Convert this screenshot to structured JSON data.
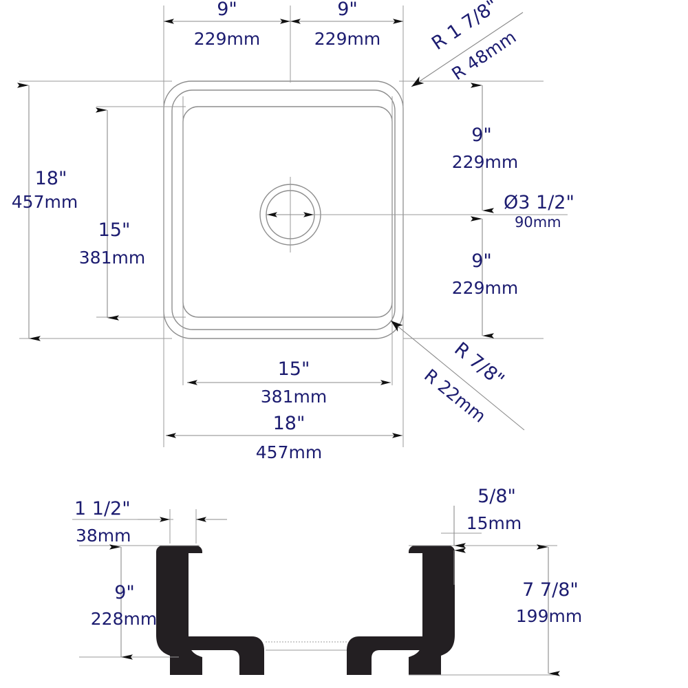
{
  "drawing": {
    "title": "Square Sink Dimensional Drawing",
    "views": [
      "top-view",
      "section-view"
    ],
    "colors": {
      "dimension_text": "#1c1c70",
      "thin_line": "#8a8a8a",
      "outline": "#8d8d8d",
      "section_fill": "#231f22",
      "background": "#ffffff"
    }
  },
  "top_view": {
    "dimensions": {
      "top_left_half": {
        "imperial": "9\"",
        "metric": "229mm"
      },
      "top_right_half": {
        "imperial": "9\"",
        "metric": "229mm"
      },
      "left_outer_height": {
        "imperial": "18\"",
        "metric": "457mm"
      },
      "left_inner_height": {
        "imperial": "15\"",
        "metric": "381mm"
      },
      "right_upper_half": {
        "imperial": "9\"",
        "metric": "229mm"
      },
      "right_lower_half": {
        "imperial": "9\"",
        "metric": "229mm"
      },
      "drain_diameter": {
        "imperial": "Ø3 1/2\"",
        "metric": "90mm"
      },
      "bottom_inner_width": {
        "imperial": "15\"",
        "metric": "381mm"
      },
      "bottom_outer_width": {
        "imperial": "18\"",
        "metric": "457mm"
      },
      "corner_radius_outer": {
        "imperial": "R 1 7/8\"",
        "metric": "R 48mm"
      },
      "corner_radius_inner": {
        "imperial": "R 7/8\"",
        "metric": "R 22mm"
      }
    }
  },
  "section_view": {
    "dimensions": {
      "rim_width": {
        "imperial": "1 1/2\"",
        "metric": "38mm"
      },
      "inner_depth": {
        "imperial": "9\"",
        "metric": "228mm"
      },
      "rim_thickness": {
        "imperial": "5/8\"",
        "metric": "15mm"
      },
      "overall_height": {
        "imperial": "7 7/8\"",
        "metric": "199mm"
      }
    }
  }
}
